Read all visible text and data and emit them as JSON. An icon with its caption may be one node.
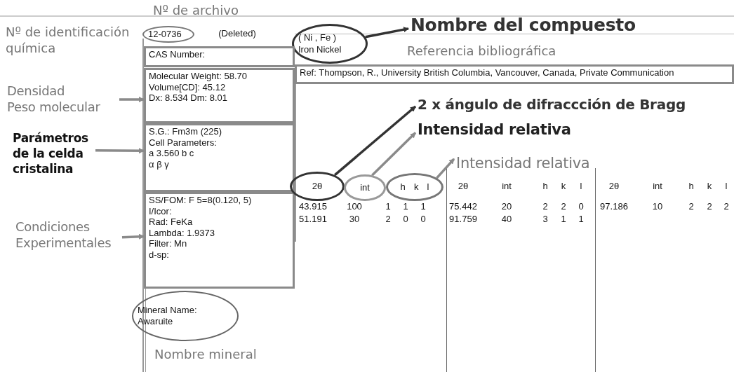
{
  "diagram": {
    "nodes": [
      {
        "text": [
          "12-0736"
        ],
        "beside": [
          "Nº de archivo"
        ]
      },
      {
        "text": [
          "( Ni , Fe )",
          "Iron Nickel"
        ]
      },
      {
        "text": [
          "Nombre del compuesto"
        ]
      },
      {
        "text": [
          "CAS Number:"
        ],
        "beside": [
          "Nº de identificación química"
        ]
      },
      {
        "text": [
          "Ref: Thompson, R., University British Columbia, Vancouver, Canada, Private Communication"
        ],
        "beside": [
          "Referencia bibliográfica"
        ]
      },
      {
        "text": [
          "Densidad",
          "Peso molecular"
        ]
      },
      {
        "text": [
          "Molecular Weight: 58.70",
          "Volume[CD]: 45.12",
          "Dx: 8.534 Dm: 8.01"
        ]
      },
      {
        "text": [
          "Parámetros de la celda cristalina"
        ]
      },
      {
        "text": [
          "S.G.: Fm3m (225)",
          "Cell Parameters:",
          "a 3.560 b c",
          "α β γ"
        ]
      },
      {
        "text": [
          "Condiciones Experimentales"
        ]
      },
      {
        "text": [
          "SS/FOM: F 5=8(0.120, 5)",
          "I/Icor:",
          "Rad: FeKa",
          "Lambda: 1.9373",
          "Filter: Mn",
          "d-sp:"
        ]
      },
      {
        "text": [
          "Mineral Name:",
          "Awaruite"
        ],
        "beside": [
          "Nombre mineral"
        ]
      },
      {
        "text": [
          "2θ"
        ]
      },
      {
        "text": [
          "2 x ángulo de difraccción de Bragg"
        ]
      },
      {
        "text": [
          "int"
        ]
      },
      {
        "text": [
          "Intensidad relativa"
        ]
      },
      {
        "text": [
          "h",
          "k",
          "l"
        ]
      },
      {
        "text": [
          "Intensidad relativa"
        ]
      }
    ],
    "edges": [
      {
        "from": 1,
        "to": 2,
        "arrow": "to",
        "color": "#333333"
      },
      {
        "from": 5,
        "to": 6,
        "arrow": "to"
      },
      {
        "from": 7,
        "to": 8,
        "arrow": "to"
      },
      {
        "from": 9,
        "to": 10,
        "arrow": "to"
      },
      {
        "from": 12,
        "to": 13,
        "arrow": "to",
        "color": "#333333"
      },
      {
        "from": 14,
        "to": 15,
        "arrow": "to"
      },
      {
        "from": 16,
        "to": 17,
        "arrow": "to"
      }
    ],
    "labels": [
      "(Deleted)",
      "2θ",
      "int",
      "h",
      "k",
      "l",
      "2θ",
      "int",
      "h",
      "k",
      "l",
      "43.915",
      "100",
      "1",
      "1",
      "1",
      "75.442",
      "20",
      "2",
      "2",
      "0",
      "97.186",
      "10",
      "2",
      "2",
      "2",
      "51.191",
      "30",
      "2",
      "0",
      "0",
      "91.759",
      "40",
      "3",
      "1",
      "1"
    ]
  }
}
